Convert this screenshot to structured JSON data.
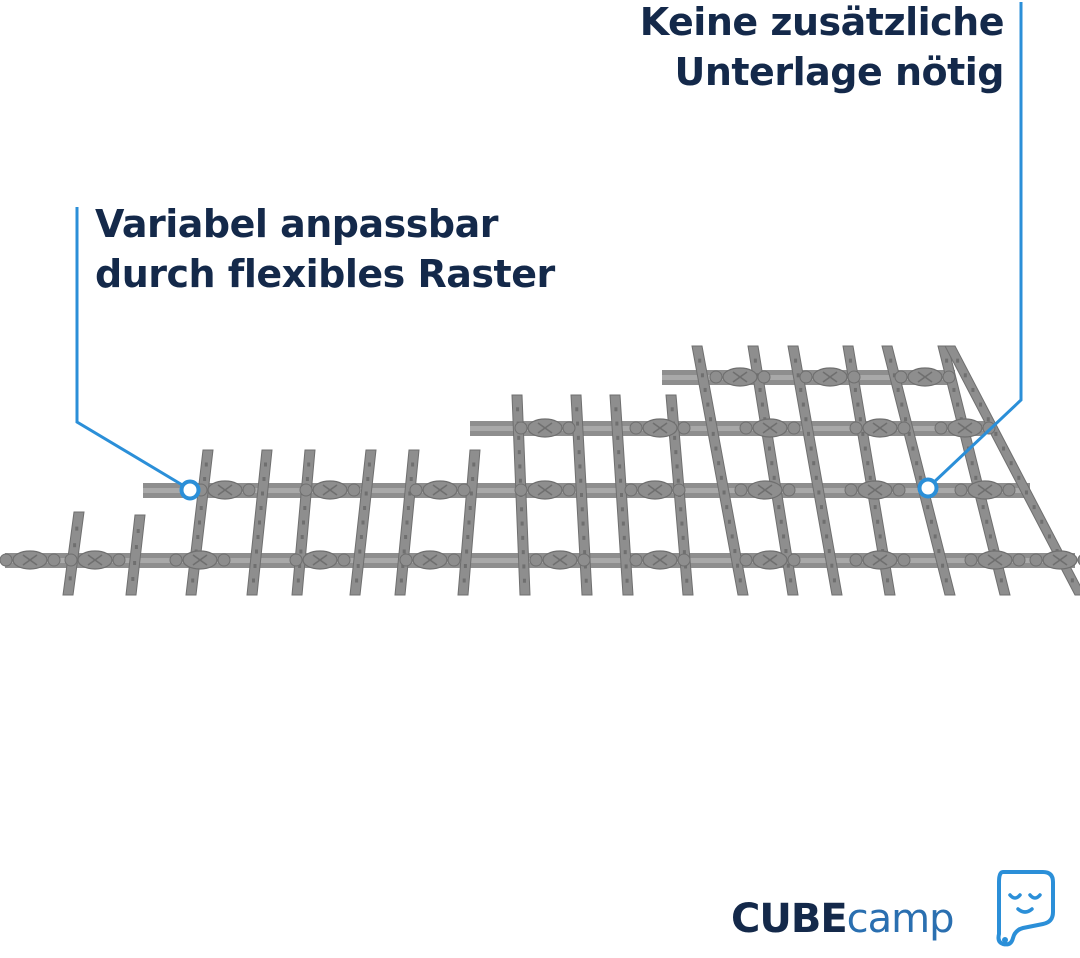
{
  "callouts": {
    "left": {
      "line1": "Variabel anpassbar",
      "line2": "durch flexibles Raster"
    },
    "right": {
      "line1": "Keine zusätzliche",
      "line2": "Unterlage nötig"
    }
  },
  "brand": {
    "name_bold": "CUBE",
    "name_light": "camp",
    "color_bold": "#14294a",
    "color_light": "#2a6fb0",
    "accent": "#2b8fd8"
  },
  "colors": {
    "text": "#14294a",
    "grid": "#8e8e8e",
    "grid_dark": "#6f6f6f",
    "grid_light": "#a9a9a9",
    "leader_line": "#2b8fd8"
  },
  "icons": {
    "mascot": "cube-face-mascot-icon"
  }
}
